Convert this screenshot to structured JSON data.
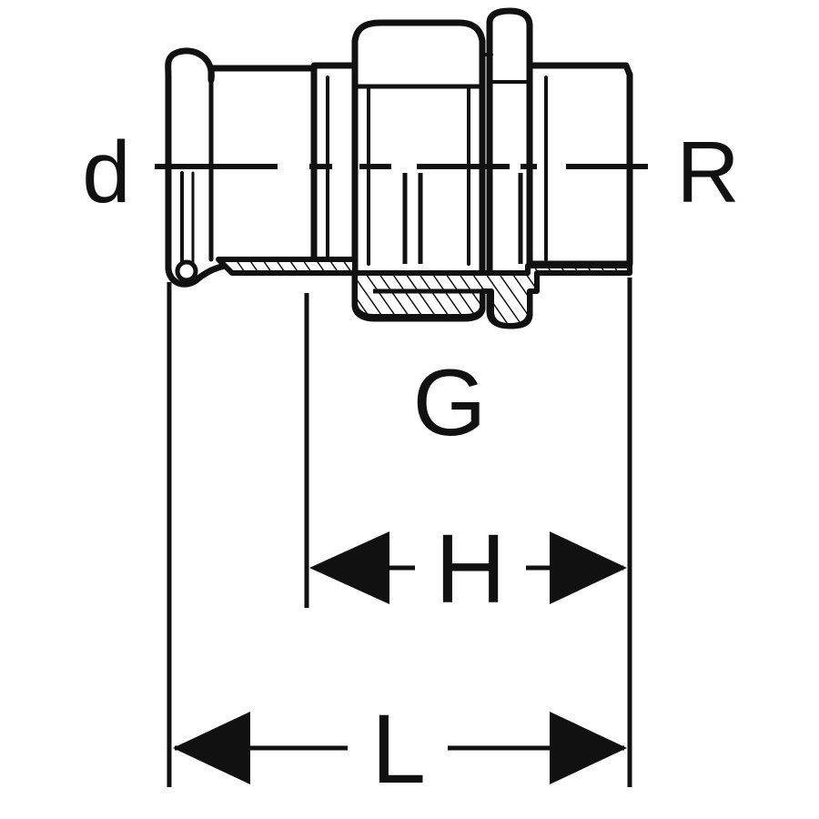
{
  "diagram": {
    "labels": {
      "d": "d",
      "R": "R",
      "G": "G",
      "H": "H",
      "L": "L"
    },
    "colors": {
      "stroke": "#111111",
      "fill": "#ffffff"
    }
  }
}
